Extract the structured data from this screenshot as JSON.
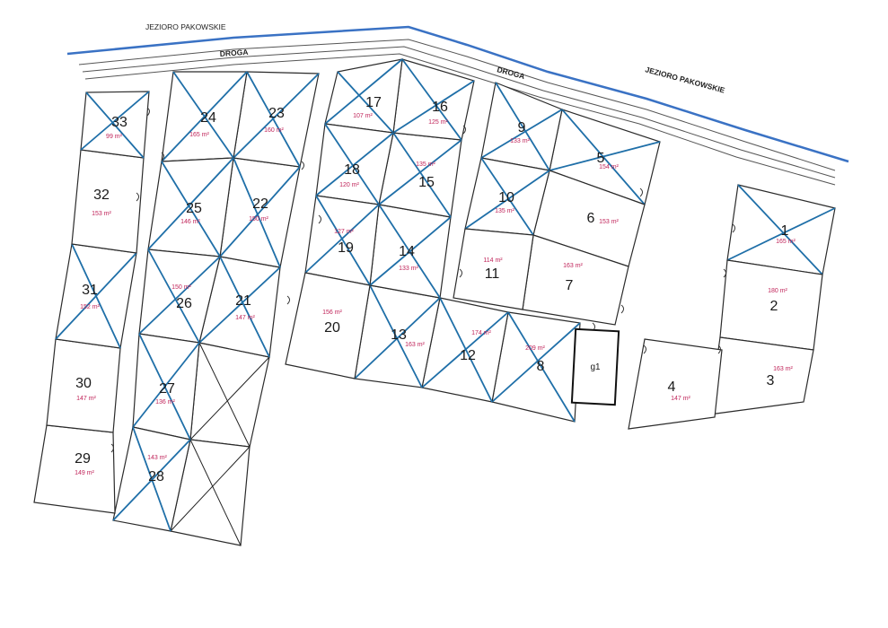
{
  "labels": {
    "lake_top": "JEZIORO  PAKOWSKIE",
    "lake_right": "JEZIORO PAKOWSKIE",
    "road_left": "DROGA",
    "road_right": "DROGA"
  },
  "colors": {
    "sold_cross": "#1f6fa8",
    "shoreline": "#3a72c4",
    "area_text": "#c0245a"
  },
  "garage": {
    "label": "g1"
  },
  "plots": [
    {
      "id": "1",
      "area": "165 m²",
      "sold": true
    },
    {
      "id": "2",
      "area": "180 m²",
      "sold": false
    },
    {
      "id": "3",
      "area": "163 m²",
      "sold": false
    },
    {
      "id": "4",
      "area": "147 m²",
      "sold": false
    },
    {
      "id": "5",
      "area": "154 m²",
      "sold": true
    },
    {
      "id": "6",
      "area": "153 m²",
      "sold": false
    },
    {
      "id": "7",
      "area": "163 m²",
      "sold": false
    },
    {
      "id": "8",
      "area": "209 m²",
      "sold": true
    },
    {
      "id": "9",
      "area": "133 m²",
      "sold": true
    },
    {
      "id": "10",
      "area": "135 m²",
      "sold": true
    },
    {
      "id": "11",
      "area": "114 m²",
      "sold": false
    },
    {
      "id": "12",
      "area": "174 m²",
      "sold": true
    },
    {
      "id": "13",
      "area": "163 m²",
      "sold": true
    },
    {
      "id": "14",
      "area": "133 m²",
      "sold": true
    },
    {
      "id": "15",
      "area": "135 m²",
      "sold": true
    },
    {
      "id": "16",
      "area": "125 m²",
      "sold": true
    },
    {
      "id": "17",
      "area": "107 m²",
      "sold": true
    },
    {
      "id": "18",
      "area": "120 m²",
      "sold": true
    },
    {
      "id": "19",
      "area": "127 m²",
      "sold": true
    },
    {
      "id": "20",
      "area": "156 m²",
      "sold": false
    },
    {
      "id": "21",
      "area": "147 m²",
      "sold": true
    },
    {
      "id": "22",
      "area": "150 m²",
      "sold": true
    },
    {
      "id": "23",
      "area": "160 m²",
      "sold": true
    },
    {
      "id": "24",
      "area": "165 m²",
      "sold": true
    },
    {
      "id": "25",
      "area": "146 m²",
      "sold": true
    },
    {
      "id": "26",
      "area": "150 m²",
      "sold": true
    },
    {
      "id": "27",
      "area": "136 m²",
      "sold": true
    },
    {
      "id": "28",
      "area": "143 m²",
      "sold": true
    },
    {
      "id": "29",
      "area": "149 m²",
      "sold": false
    },
    {
      "id": "30",
      "area": "147 m²",
      "sold": false
    },
    {
      "id": "31",
      "area": "152 m²",
      "sold": true
    },
    {
      "id": "32",
      "area": "153 m²",
      "sold": false
    },
    {
      "id": "33",
      "area": "99 m²",
      "sold": true
    }
  ]
}
